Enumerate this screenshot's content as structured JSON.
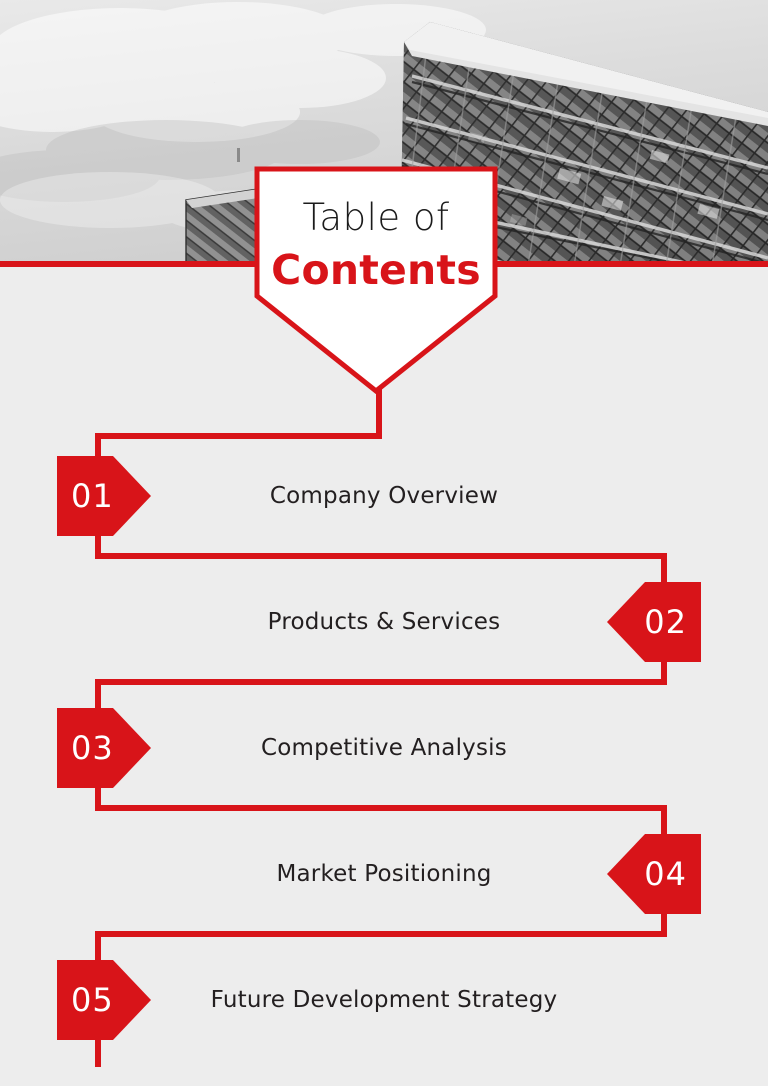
{
  "theme": {
    "accent_red": "#d81419",
    "background": "#ededed",
    "text_dark": "#231f20",
    "badge_fill": "#ffffff"
  },
  "header": {
    "image_alt": "grayscale-skyscrapers-photo",
    "title_line1": "Table of",
    "title_line2": "Contents"
  },
  "toc": {
    "items": [
      {
        "number": "01",
        "label": "Company Overview",
        "side": "left"
      },
      {
        "number": "02",
        "label": "Products & Services",
        "side": "right"
      },
      {
        "number": "03",
        "label": "Competitive Analysis",
        "side": "left"
      },
      {
        "number": "04",
        "label": "Market Positioning",
        "side": "right"
      },
      {
        "number": "05",
        "label": "Future Development Strategy",
        "side": "left"
      }
    ]
  }
}
